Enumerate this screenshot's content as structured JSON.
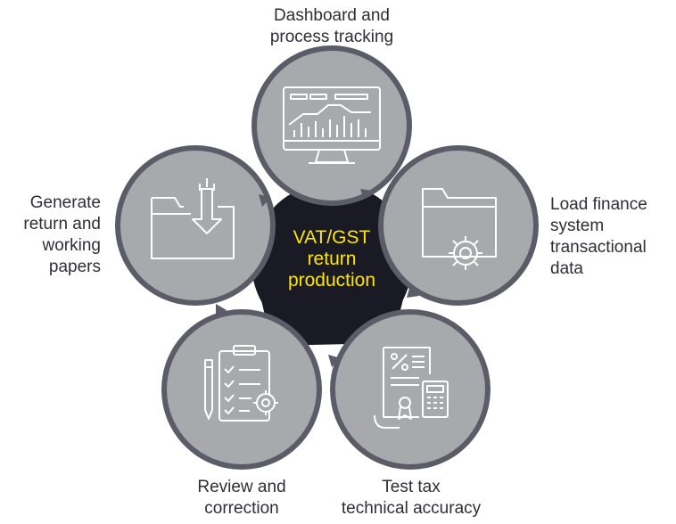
{
  "center": {
    "lines": [
      "VAT/GST",
      "return",
      "production"
    ]
  },
  "steps": [
    {
      "label_lines": [
        "Dashboard and",
        "process tracking"
      ],
      "icon": "dashboard-monitor-icon"
    },
    {
      "label_lines": [
        "Load finance",
        "system",
        "transactional",
        "data"
      ],
      "icon": "folder-gear-icon"
    },
    {
      "label_lines": [
        "Test tax",
        "technical accuracy"
      ],
      "icon": "document-percent-calculator-icon"
    },
    {
      "label_lines": [
        "Review and",
        "correction"
      ],
      "icon": "clipboard-checklist-gear-icon"
    },
    {
      "label_lines": [
        "Generate",
        "return and",
        "working",
        "papers"
      ],
      "icon": "folder-download-icon"
    }
  ],
  "colors": {
    "circle_fill": "#a8a9ad",
    "circle_ring": "#5a5c67",
    "center_fill": "#1a1a24",
    "center_text": "#ffe600",
    "icon_stroke": "#ffffff",
    "label_text": "#2e2e38"
  }
}
